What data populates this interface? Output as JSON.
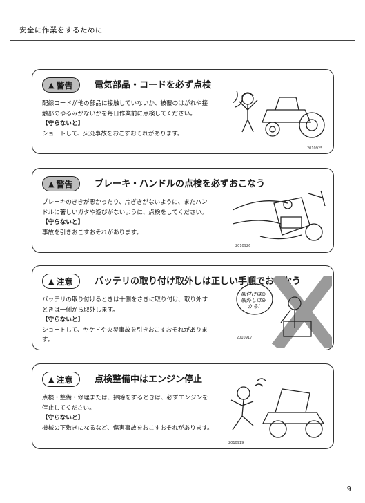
{
  "header": {
    "title": "安全に作業をするために"
  },
  "page_number": "9",
  "cards": [
    {
      "badge": "警告",
      "title": "電気部品・コードを必ず点検",
      "lines": [
        "配線コードが他の部品に接触していないか、被覆のはがれや接",
        "触部のゆるみがないかを毎日作業前に点検してください。"
      ],
      "sub": "【守らないと】",
      "consequence": "ショートして、火災事故をおこすおそれがあります。",
      "code": "2010925"
    },
    {
      "badge": "警告",
      "title": "ブレーキ・ハンドルの点検を必ずおこなう",
      "lines": [
        "ブレーキのききが悪かったり、片ぎきがないように、またハン",
        "ドルに著しいガタや遊びがないように、点検をしてください。"
      ],
      "sub": "【守らないと】",
      "consequence": "事故を引きおこすおそれがあります。",
      "code": "2010926"
    },
    {
      "badge": "注意",
      "title": "バッテリの取り付け取外しは正しい手順でおこなう",
      "lines": [
        "バッテリの取り付けるときは十側をさきに取り付け、取り外す",
        "ときは一側から取外します。"
      ],
      "sub": "【守らないと】",
      "consequence": "ショートして、ヤケドや火災事故を引きおこすおそれがありま",
      "consequence2": "す。",
      "code": "2010917",
      "bubble": [
        "取付けは⊕",
        "取外しは⊖",
        "から!"
      ]
    },
    {
      "badge": "注意",
      "title": "点検整備中はエンジン停止",
      "lines": [
        "点検・整備・修理または、掃除をするときは、必ずエンジンを",
        "停止してください。"
      ],
      "sub": "【守らないと】",
      "consequence": "機械の下敷きになるなど、傷害事故をおこすおそれがあります。",
      "code": "2010919"
    }
  ]
}
